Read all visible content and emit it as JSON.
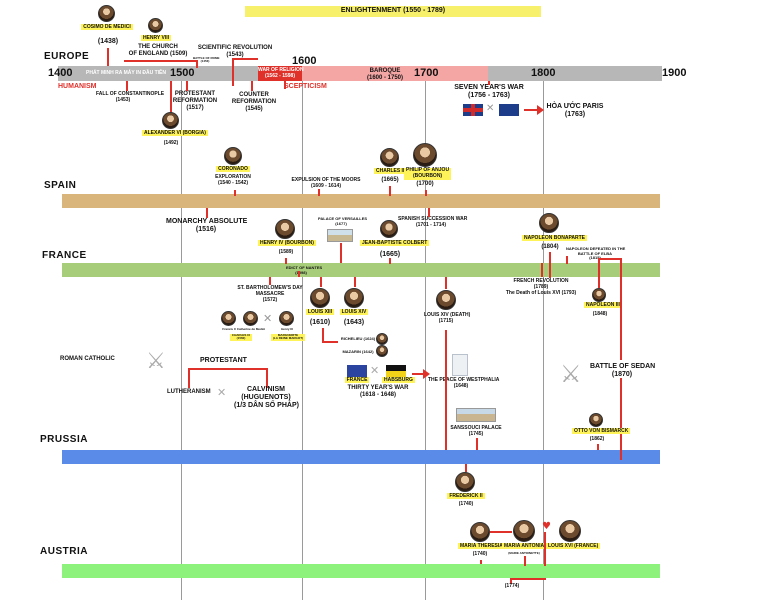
{
  "header": {
    "title": "ENLIGHTENMENT (1550 - 1789)"
  },
  "regions": {
    "europe": "EUROPE",
    "spain": "SPAIN",
    "france": "FRANCE",
    "prussia": "PRUSSIA",
    "austria": "AUSTRIA"
  },
  "years": [
    "1400",
    "1500",
    "1600",
    "1700",
    "1800",
    "1900"
  ],
  "europe": {
    "medici_name": "COSIMO DE MEDICI",
    "medici_year": "(1438)",
    "henry_viii": "HENRY VIII",
    "church_england": "THE CHURCH\nOF ENGLAND (1509)",
    "sci_rev": "SCIENTIFIC REVOLUTION\n(1543)",
    "battle_tiny": "BATTLE OF ROME\n(1453)",
    "printing": "PHÁT MINH RA MÁY IN ĐẦU TIÊN",
    "war_religion": "WAR OF RELIGION\n(1562 - 1598)",
    "baroque": "BAROQUE\n(1600 - 1750)",
    "humanism": "HUMANISM",
    "constantinople": "FALL OF CONSTANTINOPLE\n(1453)",
    "protestant_ref": "PROTESTANT\nREFORMATION\n(1517)",
    "counter_ref": "COUNTER\nREFORMATION\n(1545)",
    "scepticism": "SCEPTICISM",
    "seven_years": "SEVEN YEAR'S WAR\n(1756 - 1763)",
    "paris": "HÒA ƯỚC PARIS\n(1763)",
    "alexander": "ALEXANDER VI (BORGIA)",
    "alexander_year": "(1492)"
  },
  "spain": {
    "coronado": "CORONADO",
    "exploration": "EXPLORATION\n(1540 - 1542)",
    "moors": "EXPULSION OF THE MOORS\n(1609 - 1614)",
    "charles_ii": "CHARLES II",
    "charles_year": "(1665)",
    "philip": "PHILIP OF ANJOU\n(BOURBON)",
    "philip_year": "(1700)",
    "succession": "SPANISH SUCCESSION WAR\n(1701 - 1714)",
    "monarchy": "MONARCHY ABSOLUTE\n(1516)"
  },
  "france": {
    "henry_iv": "HENRY IV (BOURBON)",
    "henry_iv_year": "(1589)",
    "versailles": "PALACE OF VERSAILLES\n(1677)",
    "colbert": "JEAN-BAPTISTE COLBERT",
    "colbert_year": "(1665)",
    "napoleon": "NAPOLEON BONAPARTE",
    "napoleon_year": "(1804)",
    "napoleon_note": "NAPOLEON DEFEATED IN THE\nBATTLE OF ELBA\n(1815)",
    "edict": "EDICT OF NANTES\n(1598)",
    "bartholomew": "ST. BARTHOLOMEW'S DAY\nMASSACRE\n(1572)",
    "louis_xiii": "LOUIS XIII",
    "louis_xiii_year": "(1610)",
    "louis_xiv": "LOUIS XIV",
    "louis_xiv_year": "(1643)",
    "louis_xiv_death": "LOUIS XIV (DEATH)\n(1715)",
    "revolution": "FRENCH REVOLUTION\n(1789)\nThe Death of Louis XVI (1793)",
    "napoleon_iii": "NAPOLEON III",
    "napoleon_iii_year": "(1848)",
    "richelieu": "RICHELIEU (1624)",
    "mazarin": "MAZARIN (1642)",
    "francis": "Francis II",
    "catherine": "Catherine de Medici",
    "charles_ix": "CHARLES IX\n(1560)",
    "henry_iii": "Henry III",
    "marguerite": "MARGUERITE\n(LA REINE MARGOT)"
  },
  "religion": {
    "catholic": "ROMAN CATHOLIC",
    "protestant": "PROTESTANT",
    "lutheranism": "LUTHERANISM",
    "calvinism": "CALVINISM\n(HUGUENOTS)\n(1/3 DÂN SỐ PHÁP)",
    "thirty_years": "THIRTY YEAR'S WAR\n(1618 - 1648)",
    "france_tag": "FRANCE",
    "habsburg_tag": "HABSBURG",
    "westphalia": "THE PEACE OF WESTPHALIA\n(1648)",
    "sedan": "BATTLE OF SEDAN\n(1870)"
  },
  "prussia": {
    "sanssouci": "SANSSOUCI PALACE\n(1745)",
    "otto": "OTTO VON BISMARCK",
    "otto_year": "(1862)",
    "frederick": "FREDERICK II",
    "frederick_year": "(1740)"
  },
  "austria": {
    "maria_theresa": "MARIA THERESIA",
    "maria_theresa_year": "(1740)",
    "antonia": "MARIA ANTONIA",
    "antonia_sub": "(MARIE ANTOINETTE)",
    "louis_xvi": "LOUIS XVI (FRANCE)",
    "marriage_year": "(1774)"
  },
  "colors": {
    "timeline": "#b7b7b7",
    "baroque": "#f4a6a4",
    "war_red": "#e0302a",
    "spain_band": "#d9b57c",
    "france_band": "#a8cd7a",
    "prussia_band": "#5b8be8",
    "austria_band": "#8df27c",
    "header_yellow": "#f7f06a",
    "label_yellow": "#fff35a"
  }
}
